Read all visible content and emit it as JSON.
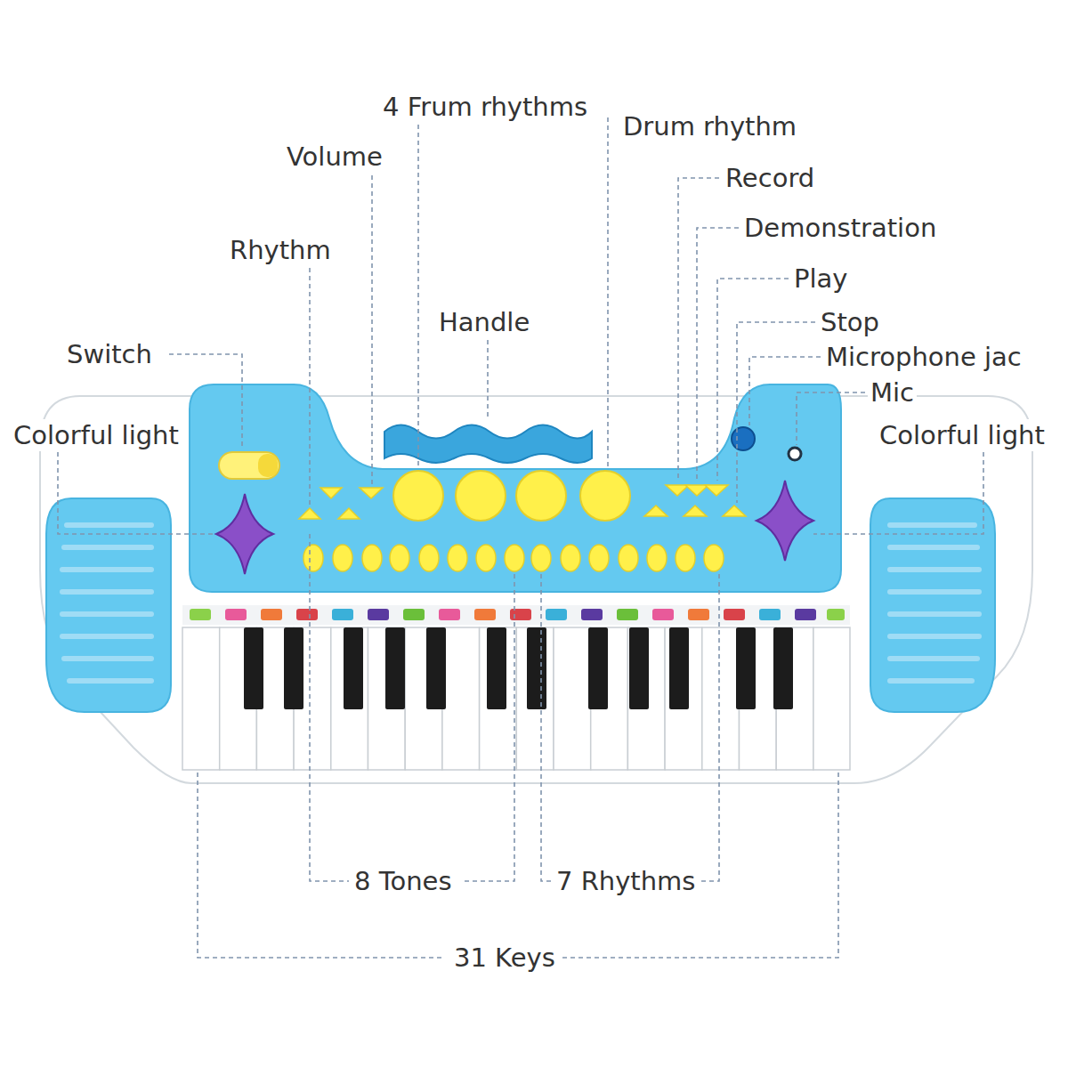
{
  "diagram": {
    "labels": [
      "4 Frum rhythms",
      "Drum rhythm",
      "Volume",
      "Record",
      "Demonstration",
      "Rhythm",
      "Play",
      "Handle",
      "Stop",
      "Switch",
      "Microphone jac",
      "Mic",
      "Colorful light",
      "Colorful light",
      "8 Tones",
      "7 Rhythms",
      "31 Keys"
    ]
  }
}
